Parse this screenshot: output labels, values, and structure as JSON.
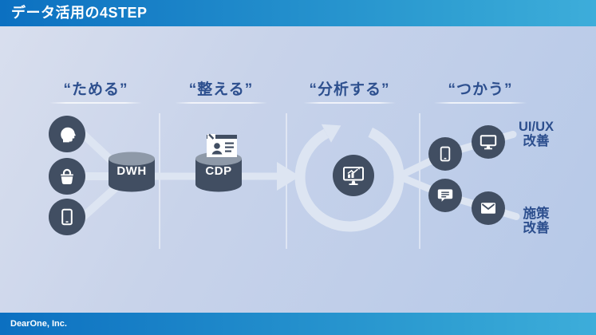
{
  "header": {
    "title": "データ活用の4STEP"
  },
  "footer": {
    "company": "DearOne, Inc."
  },
  "steps": [
    {
      "label": "“ためる”"
    },
    {
      "label": "“整える”"
    },
    {
      "label": "“分析する”"
    },
    {
      "label": "“つかう”"
    }
  ],
  "sources": [
    {
      "icon": "person-icon"
    },
    {
      "icon": "shopping-bag-icon"
    },
    {
      "icon": "smartphone-icon"
    }
  ],
  "databases": {
    "dwh_label": "DWH",
    "cdp_label": "CDP"
  },
  "analysis": {
    "icon": "analytics-monitor-icon"
  },
  "outputs": [
    {
      "icon": "smartphone-icon"
    },
    {
      "icon": "monitor-icon"
    },
    {
      "icon": "chat-bubble-icon"
    },
    {
      "icon": "mail-icon"
    }
  ],
  "outcomes": [
    {
      "line1": "UI/UX",
      "line2": "改善"
    },
    {
      "line1": "施策",
      "line2": "改善"
    }
  ],
  "colors": {
    "bar_gradient_start": "#0c70c1",
    "bar_gradient_end": "#3dadda",
    "node_navy": "#414e62",
    "cylinder_top": "#8e99a8",
    "title_blue": "#2d4f8e",
    "connector": "#dde5f2",
    "background_light": "#d9dfee",
    "background_dark": "#b5c8e8"
  }
}
